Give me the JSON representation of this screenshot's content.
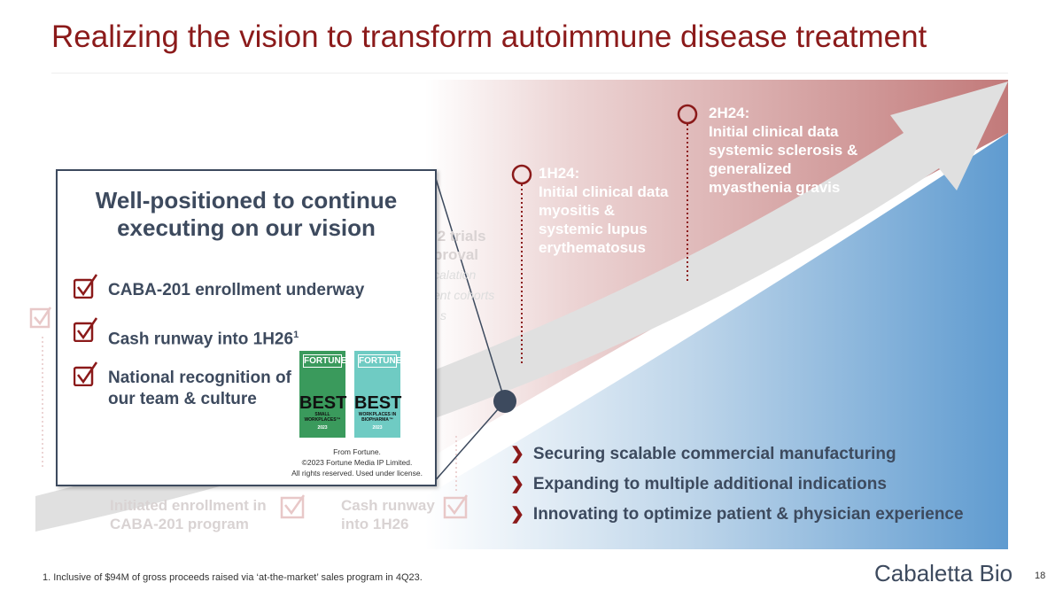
{
  "title": "Realizing the vision to transform autoimmune disease treatment",
  "milestones": [
    {
      "label": "2H24:",
      "text": "Initial clinical data systemic sclerosis & generalized myasthenia gravis"
    },
    {
      "label": "1H24:",
      "text": "Initial clinical data myositis & systemic lupus erythematosus"
    }
  ],
  "faded": {
    "trials": "/2 trials",
    "approval": "proval",
    "escalation": "calation",
    "cohorts": "ent cohorts",
    "s": "s",
    "initiated": "Initiated enrollment in CABA-201 program",
    "cash": "Cash runway into 1H26"
  },
  "box": {
    "title": "Well-positioned to continue executing on our vision",
    "items": [
      {
        "text": "CABA-201 enrollment underway"
      },
      {
        "text": "Cash runway into 1H26",
        "sup": "1"
      },
      {
        "text": "National recognition of our team & culture"
      }
    ],
    "badges": [
      {
        "brand": "FORTUNE",
        "best": "BEST",
        "sub": "SMALL WORKPLACES™",
        "year": "2023",
        "color": "#3a9a5c"
      },
      {
        "brand": "FORTUNE",
        "best": "BEST",
        "sub": "WORKPLACES IN BIOPHARMA™",
        "year": "2023",
        "color": "#6fcbc3"
      }
    ],
    "credit": [
      "From Fortune.",
      "©2023 Fortune Media IP Limited.",
      "All rights reserved. Used under license."
    ]
  },
  "bullets": [
    "Securing scalable commercial manufacturing",
    "Expanding to multiple additional indications",
    "Innovating to optimize patient & physician experience"
  ],
  "footnote": "1. Inclusive of $94M of gross proceeds raised via ‘at-the-market’ sales program in 4Q23.",
  "logo": "Cabaletta Bio",
  "page": "18"
}
